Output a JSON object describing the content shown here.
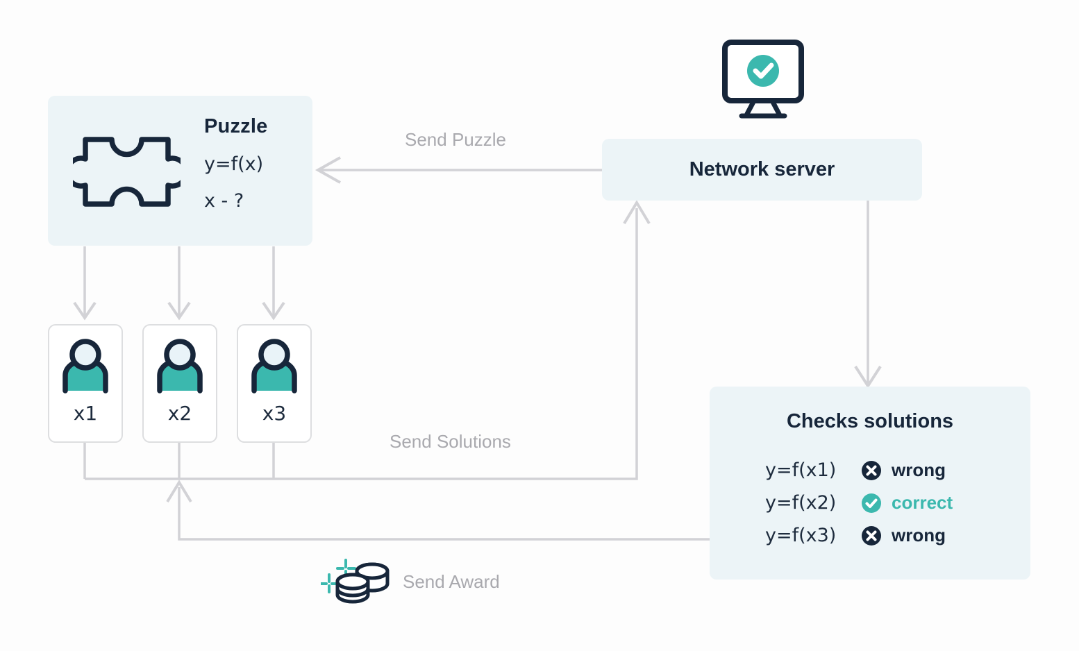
{
  "colors": {
    "teal": "#3bb8ae",
    "navy": "#17263a",
    "panel_bg": "#ecf4f7",
    "edge_gray": "#d2d2d6",
    "label_gray": "#a9a9ae",
    "card_border": "#dddee0",
    "head_fill": "#e9f3f8",
    "page_bg": "#fdfdfd"
  },
  "puzzle": {
    "title": "Puzzle",
    "line1": "y=f(x)",
    "line2": "x - ?",
    "icon": "puzzle-piece-icon"
  },
  "server": {
    "label": "Network server",
    "icon": "monitor-check-icon"
  },
  "users": [
    {
      "label": "x1",
      "icon": "user-avatar-icon"
    },
    {
      "label": "x2",
      "icon": "user-avatar-icon"
    },
    {
      "label": "x3",
      "icon": "user-avatar-icon"
    }
  ],
  "checks": {
    "title": "Checks solutions",
    "rows": [
      {
        "expr": "y=f(x1)",
        "status": "wrong",
        "badge": "x-circle-icon",
        "state": "wrong"
      },
      {
        "expr": "y=f(x2)",
        "status": "correct",
        "badge": "check-circle-icon",
        "state": "correct"
      },
      {
        "expr": "y=f(x3)",
        "status": "wrong",
        "badge": "x-circle-icon",
        "state": "wrong"
      }
    ]
  },
  "edges": {
    "send_puzzle": "Send Puzzle",
    "send_solutions": "Send Solutions",
    "send_award": "Send Award",
    "award_icon": "coins-sparkle-icon"
  }
}
